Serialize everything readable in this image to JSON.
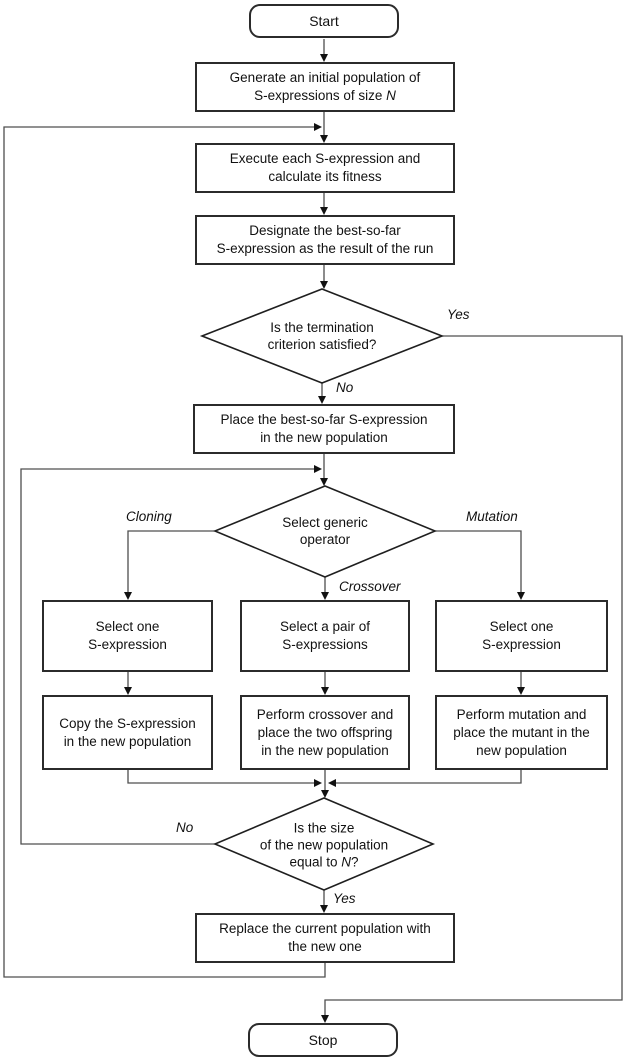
{
  "nodes": {
    "start": {
      "label": "Start"
    },
    "generate": {
      "line1": "Generate an initial population of",
      "line2_text": "S-expressions of size ",
      "line2_em": "N"
    },
    "execute": {
      "line1": "Execute each S-expression and",
      "line2": "calculate its fitness"
    },
    "designate": {
      "line1": "Designate the best-so-far",
      "line2": "S-expression as the result of the run"
    },
    "termination_check": {
      "line1": "Is the termination",
      "line2": "criterion satisfied?"
    },
    "place_best": {
      "line1": "Place the best-so-far S-expression",
      "line2": "in the new population"
    },
    "select_operator": {
      "line1": "Select generic",
      "line2": "operator"
    },
    "select_one_left": {
      "line1": "Select one",
      "line2": "S-expression"
    },
    "select_pair": {
      "line1": "Select a pair of",
      "line2": "S-expressions"
    },
    "select_one_right": {
      "line1": "Select one",
      "line2": "S-expression"
    },
    "copy_expression": {
      "line1": "Copy the S-expression",
      "line2": "in the new population"
    },
    "perform_crossover": {
      "line1": "Perform crossover and",
      "line2": "place the two offspring",
      "line3": "in the new population"
    },
    "perform_mutation": {
      "line1": "Perform mutation and",
      "line2": "place the mutant in the",
      "line3": "new population"
    },
    "size_check": {
      "line1": "Is the size",
      "line2": "of the new population",
      "line3_text": "equal to ",
      "line3_em": "N",
      "line3_post": "?"
    },
    "replace_population": {
      "line1": "Replace the current population with",
      "line2": "the new one"
    },
    "stop": {
      "label": "Stop"
    }
  },
  "edge_labels": {
    "yes_termination": "Yes",
    "no_termination": "No",
    "cloning": "Cloning",
    "crossover": "Crossover",
    "mutation": "Mutation",
    "no_size": "No",
    "yes_size": "Yes"
  },
  "colors": {
    "box_border": "#2b2b2b",
    "connector_line": "#4f4f4f",
    "arrowhead": "#111111",
    "text": "#111111",
    "background": "#ffffff"
  }
}
